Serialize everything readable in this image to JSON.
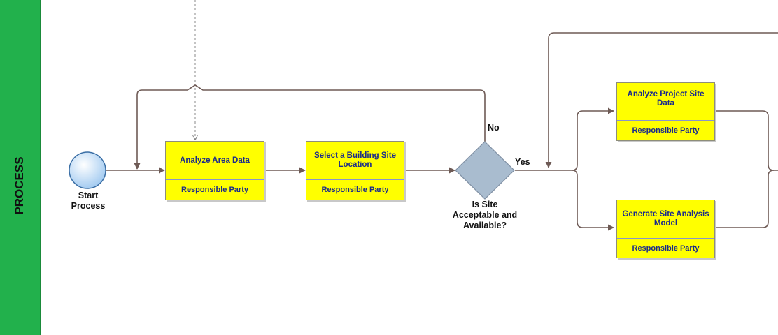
{
  "lane": {
    "label": "PROCESS"
  },
  "start_event": {
    "label_line1": "Start",
    "label_line2": "Process"
  },
  "tasks": [
    {
      "title": "Analyze Area Data",
      "party": "Responsible Party"
    },
    {
      "title": "Select a Building Site Location",
      "party": "Responsible Party"
    },
    {
      "title": "Analyze Project Site Data",
      "party": "Responsible Party"
    },
    {
      "title": "Generate Site Analysis Model",
      "party": "Responsible Party"
    }
  ],
  "gateway": {
    "question_line1": "Is Site",
    "question_line2": "Acceptable and",
    "question_line3": "Available?",
    "yes_label": "Yes",
    "no_label": "No"
  },
  "colors": {
    "lane": "#22b14c",
    "task_fill": "#ffff00",
    "task_text": "#1a2a8c",
    "gateway_fill": "#a9bccf",
    "connector": "#6e5a55",
    "start_fill": "#cfe3f8"
  }
}
